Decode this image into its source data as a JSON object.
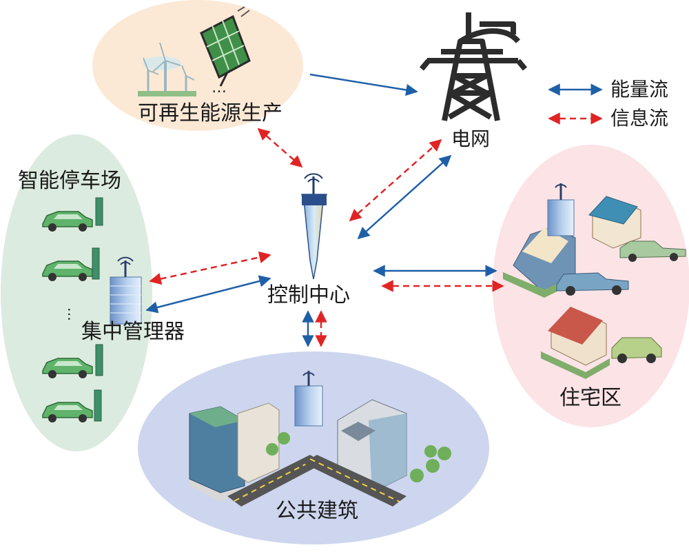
{
  "nodes": {
    "renewable": {
      "label": "可再生能源生产",
      "ellipsis": "…"
    },
    "grid": {
      "label": "电网"
    },
    "parking": {
      "label": "智能停车场",
      "ellipsis": "…"
    },
    "manager": {
      "label": "集中管理器"
    },
    "control": {
      "label": "控制中心"
    },
    "residential": {
      "label": "住宅区"
    },
    "public": {
      "label": "公共建筑"
    }
  },
  "legend": {
    "energy_label": "能量流",
    "info_label": "信息流",
    "energy_color": "#1f5fa8",
    "info_color": "#e02424"
  },
  "colors": {
    "renewable_bg": "#fbe9d6",
    "parking_bg": "#dcebdf",
    "residential_bg": "#fbe3e6",
    "public_bg": "#cdd6ee"
  }
}
